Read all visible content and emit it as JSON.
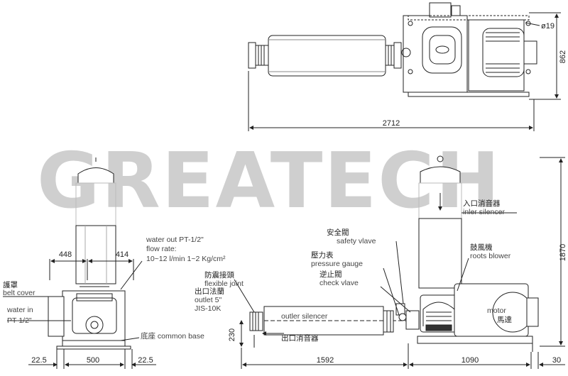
{
  "watermark": "GREATECH",
  "top_view": {
    "dim_length": "2712",
    "dim_height": "862",
    "dim_hole": "ø19"
  },
  "side_view": {
    "dim_width_left": "448",
    "dim_width_right": "414",
    "water_out": "water out PT-1/2\"",
    "flow_rate": "flow rate:",
    "flow_values": "10~12 l/min  1~2 Kg/cm²",
    "belt_cover_zh": "護罩",
    "belt_cover_en": "belt cover",
    "water_in_1": "water in",
    "water_in_2": "PT-1/2\"",
    "common_base": "底座 common base",
    "dim_base_left": "22.5",
    "dim_base_mid": "500",
    "dim_base_right": "22.5"
  },
  "front_view": {
    "inlet_zh": "入口消音器",
    "inlet_en": "inler silencer",
    "safety_zh": "安全閥",
    "safety_en": "safety vlave",
    "gauge_zh": "壓力表",
    "gauge_en": "pressure gauge",
    "check_zh": "逆止閥",
    "check_en": "check vlave",
    "blower_zh": "鼓風機",
    "blower_en": "roots blower",
    "flex_zh": "防震接頭",
    "flex_en": "flexible joint",
    "outlet_zh": "出口法蘭",
    "outlet_en1": "outlet 5\"",
    "outlet_en2": "JIS-10K",
    "outlet_silencer_en": "outler silencer",
    "outlet_silencer_zh": "出口消音器",
    "motor_en": "motor",
    "motor_zh": "馬達",
    "dim_height": "1870",
    "dim_base": "230",
    "dim_silencer": "1592",
    "dim_blower": "1090",
    "dim_end": "30"
  }
}
